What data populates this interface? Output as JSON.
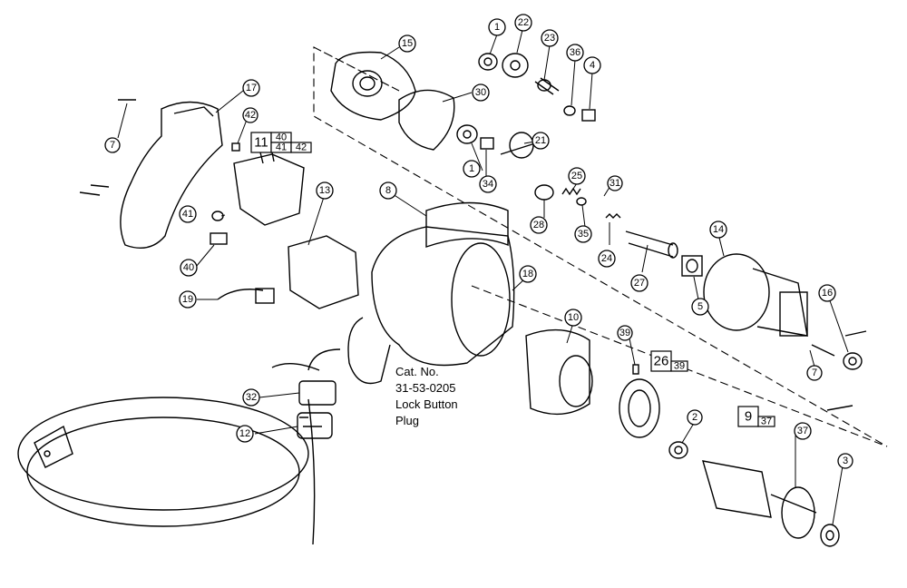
{
  "callouts": [
    {
      "id": "c1a",
      "label": "1"
    },
    {
      "id": "c22",
      "label": "22"
    },
    {
      "id": "c23",
      "label": "23"
    },
    {
      "id": "c36",
      "label": "36"
    },
    {
      "id": "c4",
      "label": "4"
    },
    {
      "id": "c15",
      "label": "15"
    },
    {
      "id": "c30",
      "label": "30"
    },
    {
      "id": "c17",
      "label": "17"
    },
    {
      "id": "c42",
      "label": "42"
    },
    {
      "id": "c7a",
      "label": "7"
    },
    {
      "id": "c1b",
      "label": "1"
    },
    {
      "id": "c21",
      "label": "21"
    },
    {
      "id": "c34",
      "label": "34"
    },
    {
      "id": "c25",
      "label": "25"
    },
    {
      "id": "c31",
      "label": "31"
    },
    {
      "id": "c28",
      "label": "28"
    },
    {
      "id": "c35",
      "label": "35"
    },
    {
      "id": "c24",
      "label": "24"
    },
    {
      "id": "c27",
      "label": "27"
    },
    {
      "id": "c5",
      "label": "5"
    },
    {
      "id": "c14",
      "label": "14"
    },
    {
      "id": "c16",
      "label": "16"
    },
    {
      "id": "c8",
      "label": "8"
    },
    {
      "id": "c13",
      "label": "13"
    },
    {
      "id": "c18",
      "label": "18"
    },
    {
      "id": "c41",
      "label": "41"
    },
    {
      "id": "c40",
      "label": "40"
    },
    {
      "id": "c19",
      "label": "19"
    },
    {
      "id": "c10",
      "label": "10"
    },
    {
      "id": "c39",
      "label": "39"
    },
    {
      "id": "c7b",
      "label": "7"
    },
    {
      "id": "c2",
      "label": "2"
    },
    {
      "id": "c37",
      "label": "37"
    },
    {
      "id": "c3",
      "label": "3"
    },
    {
      "id": "c32",
      "label": "32"
    },
    {
      "id": "c12",
      "label": "12"
    }
  ],
  "boxes": {
    "b11": {
      "main": "11",
      "sub": [
        "40",
        "41",
        "42"
      ]
    },
    "b26": {
      "main": "26",
      "sub": [
        "39"
      ]
    },
    "b9": {
      "main": "9",
      "sub": [
        "37"
      ]
    }
  },
  "catalog": {
    "line1": "Cat. No.",
    "line2": "31-53-0205",
    "line3": "Lock Button",
    "line4": "Plug"
  }
}
